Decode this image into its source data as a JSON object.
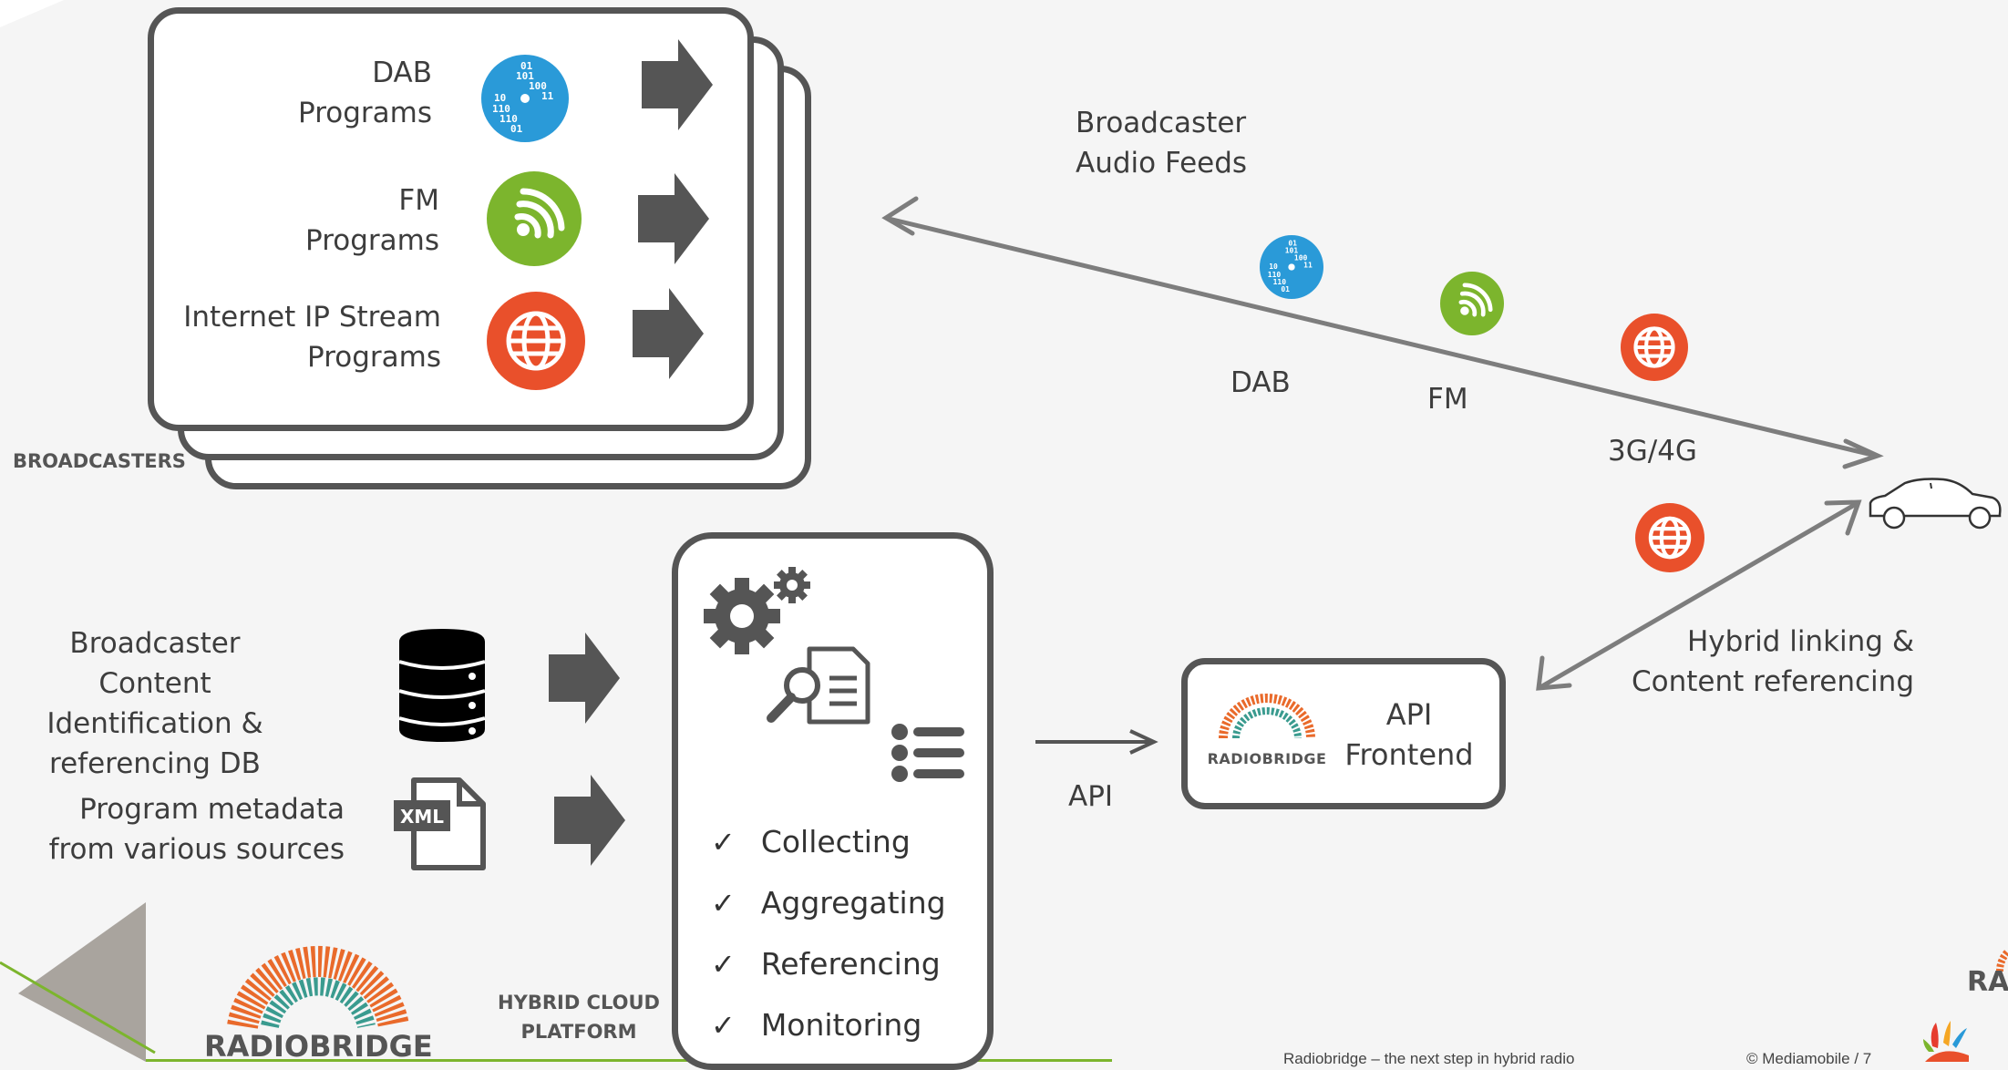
{
  "broadcasters": {
    "section_label": "BROADCASTERS",
    "programs": [
      {
        "label_line1": "DAB",
        "label_line2": "Programs",
        "icon": "dab-binary-icon",
        "color": "#2a9ad8"
      },
      {
        "label_line1": "FM",
        "label_line2": "Programs",
        "icon": "fm-radio-icon",
        "color": "#7cb52d"
      },
      {
        "label_line1": "Internet IP Stream",
        "label_line2": "Programs",
        "icon": "globe-icon",
        "color": "#e9502b"
      }
    ]
  },
  "feeds": {
    "label_line1": "Broadcaster",
    "label_line2": "Audio Feeds",
    "channels": [
      {
        "label": "DAB",
        "icon": "dab-binary-icon",
        "color": "#2a9ad8"
      },
      {
        "label": "FM",
        "icon": "fm-radio-icon",
        "color": "#7cb52d"
      },
      {
        "label": "3G/4G",
        "icon": "globe-icon",
        "color": "#e9502b"
      }
    ]
  },
  "sources": [
    {
      "line1": "Broadcaster Content",
      "line2": "Identification &",
      "line3": "referencing DB",
      "icon": "database-icon"
    },
    {
      "line1": "Program metadata",
      "line2": "from various sources",
      "icon": "xml-file-icon",
      "icon_text": "XML"
    }
  ],
  "platform": {
    "label_line1": "HYBRID CLOUD",
    "label_line2": "PLATFORM",
    "steps": [
      "Collecting",
      "Aggregating",
      "Referencing",
      "Monitoring"
    ],
    "check_glyph": "✓"
  },
  "api": {
    "arrow_label": "API",
    "frontend_line1": "API",
    "frontend_line2": "Frontend",
    "logo_text": "RADIOBRIDGE"
  },
  "linking": {
    "line1": "Hybrid linking &",
    "line2": "Content referencing"
  },
  "brand": {
    "logo_text": "RADIOBRIDGE",
    "corner_text": "RA",
    "accent_green": "#7cb52d",
    "arc_teal": "#3a9b8f",
    "arc_orange": "#e96a2b"
  },
  "footer": {
    "tagline": "Radiobridge – the next step in hybrid radio",
    "copyright": "© Mediamobile / 7"
  }
}
